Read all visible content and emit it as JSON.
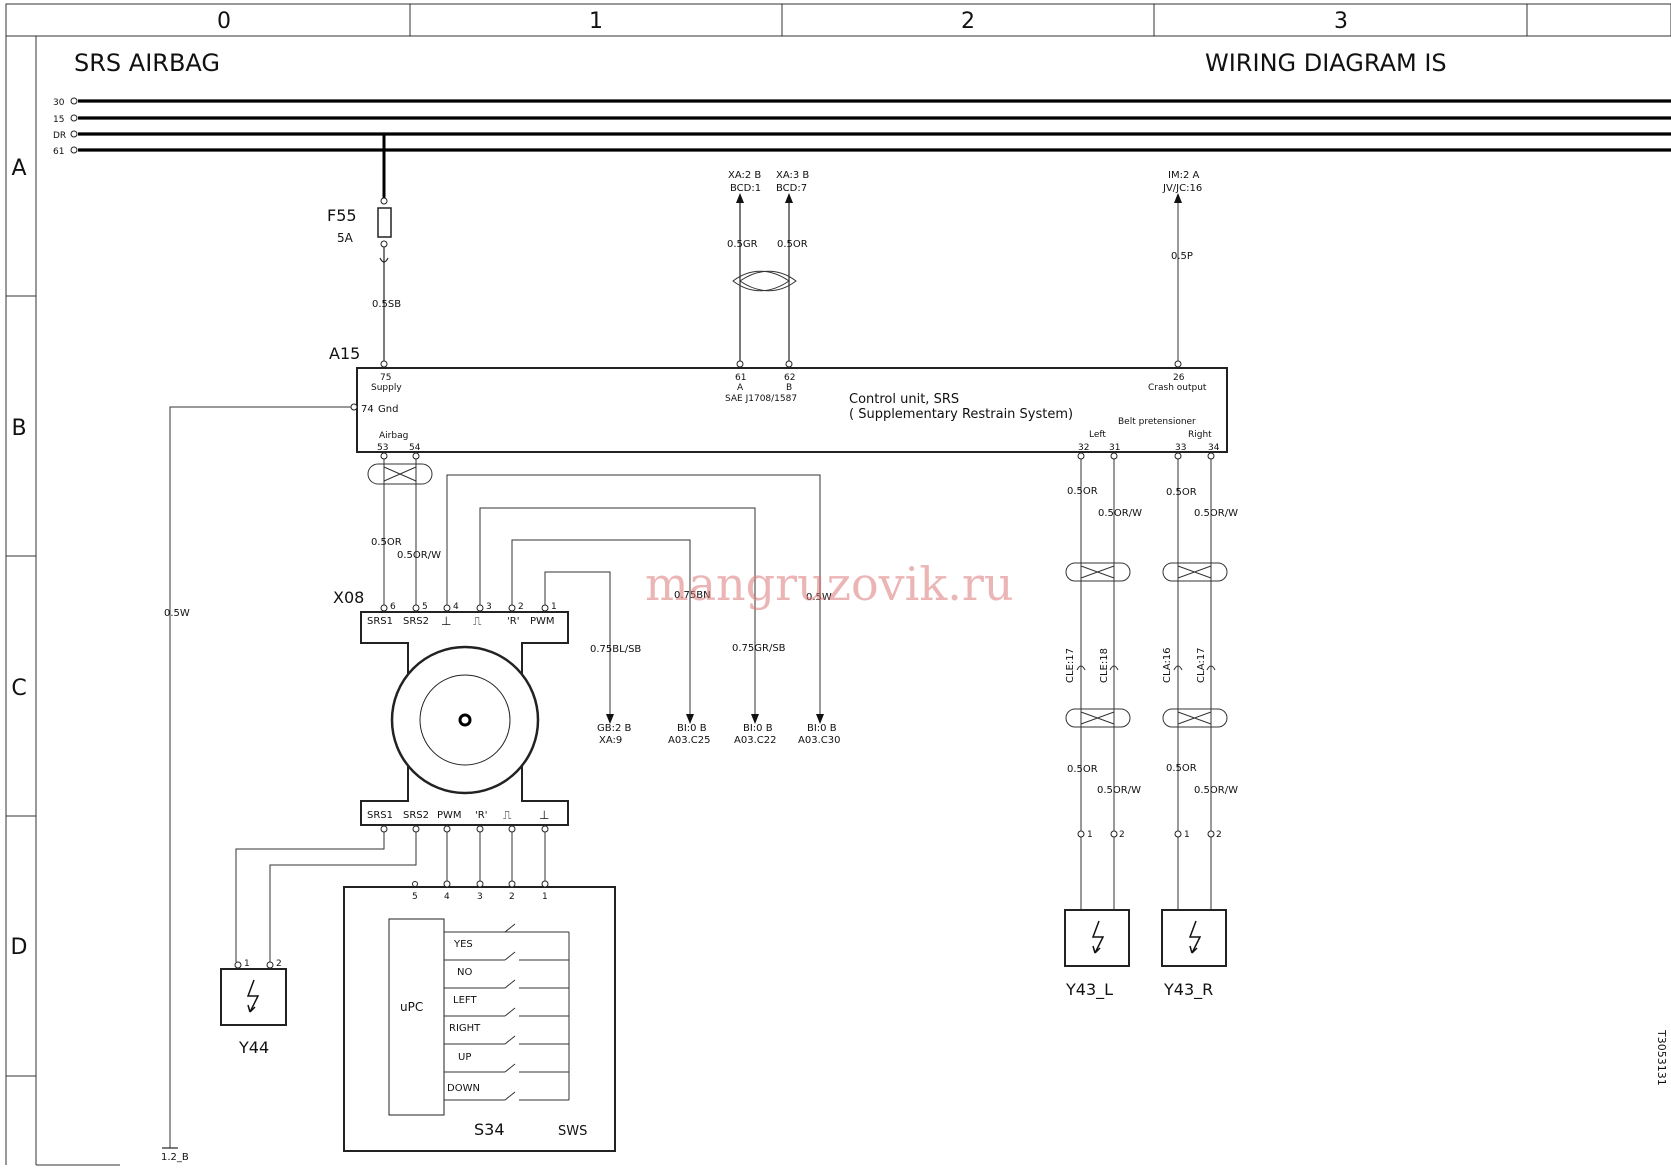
{
  "frame": {
    "columns": [
      "0",
      "1",
      "2",
      "3"
    ],
    "rows": [
      "A",
      "B",
      "C",
      "D"
    ]
  },
  "header": {
    "title_left": "SRS AIRBAG",
    "title_right": "WIRING DIAGRAM IS"
  },
  "bus": {
    "lines": [
      "30",
      "15",
      "DR",
      "61"
    ]
  },
  "fuse": {
    "id": "F55",
    "rating": "5A",
    "wire": "0.5SB"
  },
  "control_unit": {
    "id": "A15",
    "name_line1": "Control unit, SRS",
    "name_line2": "( Supplementary Restrain System)",
    "supply_pin": "75",
    "supply_label": "Supply",
    "gnd_pin": "74",
    "gnd_label": "Gnd",
    "airbag_label": "Airbag",
    "airbag_pins": [
      "53",
      "54"
    ],
    "j1708_pins": [
      "61",
      "62"
    ],
    "j1708_letters": [
      "A",
      "B"
    ],
    "j1708_label": "SAE J1708/1587",
    "crash_pin": "26",
    "crash_label": "Crash output",
    "belt_label": "Belt pretensioner",
    "left_label": "Left",
    "right_label": "Right",
    "left_pins": [
      "32",
      "31"
    ],
    "right_pins": [
      "33",
      "34"
    ]
  },
  "connections_top": {
    "xa2_line1": "XA:2 B",
    "xa2_line2": "BCD:1",
    "xa3_line1": "XA:3 B",
    "xa3_line2": "BCD:7",
    "wire_gr": "0.5GR",
    "wire_or": "0.5OR",
    "im2_line1": "IM:2 A",
    "im2_line2": "JV/JC:16",
    "wire_p": "0.5P"
  },
  "ground": {
    "wire": "0.5W",
    "ref": "1.2_B"
  },
  "x08": {
    "id": "X08",
    "top_pin_numbers": [
      "6",
      "5",
      "4",
      "3",
      "2",
      "1"
    ],
    "top_labels": [
      "SRS1",
      "SRS2",
      "⊥",
      "⎍",
      "'R'",
      "PWM"
    ],
    "bottom_labels": [
      "SRS1",
      "SRS2",
      "PWM",
      "'R'",
      "⎍",
      "⊥"
    ],
    "wire_airbag_1": "0.5OR",
    "wire_airbag_2": "0.5OR/W"
  },
  "connections_mid": {
    "w1": "0.75BL/SB",
    "w2": "0.75BN",
    "w3": "0.75GR/SB",
    "w4": "0.5W",
    "d1_line1": "GB:2 B",
    "d1_line2": "XA:9",
    "d2_line1": "BI:0 B",
    "d2_line2": "A03.C25",
    "d3_line1": "BI:0 B",
    "d3_line2": "A03.C22",
    "d4_line1": "BI:0 B",
    "d4_line2": "A03.C30"
  },
  "s34": {
    "id": "S34",
    "label": "SWS",
    "pin_numbers": [
      "5",
      "4",
      "3",
      "2",
      "1"
    ],
    "controller": "uPC",
    "switches": [
      "YES",
      "NO",
      "LEFT",
      "RIGHT",
      "UP",
      "DOWN"
    ]
  },
  "y44": {
    "id": "Y44",
    "pins": [
      "1",
      "2"
    ]
  },
  "pretensioners": {
    "left_id": "Y43_L",
    "right_id": "Y43_R",
    "wire_or": "0.5OR",
    "wire_orw": "0.5OR/W",
    "cle17": "CLE:17",
    "cle18": "CLE:18",
    "cla16": "CLA:16",
    "cla17": "CLA:17",
    "pins": [
      "1",
      "2"
    ]
  },
  "doc_ref": "T3053131",
  "watermark": "mangruzovik.ru"
}
